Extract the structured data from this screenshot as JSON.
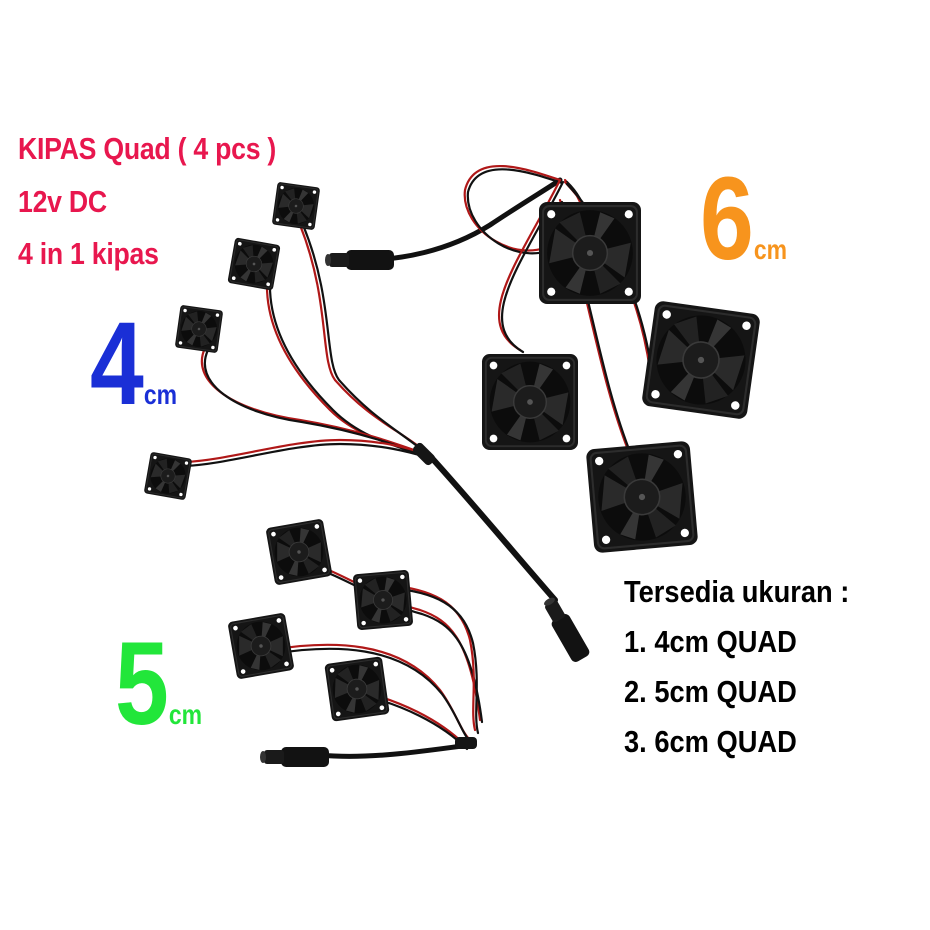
{
  "title": {
    "line1": "KIPAS Quad ( 4 pcs )",
    "line2": "12v DC",
    "line3": "4 in 1 kipas",
    "color": "#e8174e"
  },
  "sizes": [
    {
      "number": "4",
      "unit": "cm",
      "color": "#1a2fd6"
    },
    {
      "number": "5",
      "unit": "cm",
      "color": "#22e63a"
    },
    {
      "number": "6",
      "unit": "cm",
      "color": "#f7941d"
    }
  ],
  "availability": {
    "heading": "Tersedia ukuran :",
    "items": [
      "1.  4cm QUAD",
      "2.  5cm QUAD",
      "3.  6cm QUAD"
    ]
  },
  "icons": [
    "fan-icon",
    "dc-plug-icon"
  ]
}
